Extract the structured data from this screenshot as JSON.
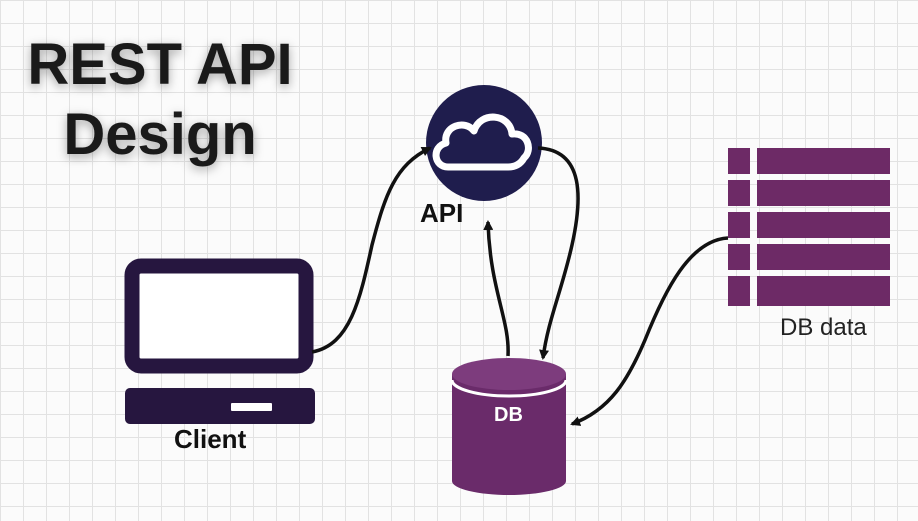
{
  "title": {
    "line1": "REST API",
    "line2": "Design"
  },
  "nodes": {
    "api": {
      "label": "API",
      "icon": "cloud-icon"
    },
    "client": {
      "label": "Client",
      "icon": "laptop-icon"
    },
    "db": {
      "label": "DB",
      "icon": "database-icon"
    },
    "db_data": {
      "label": "DB data",
      "icon": "table-rows-icon"
    }
  },
  "colors": {
    "api_circle": "#1f1d4d",
    "client": "#26163f",
    "db": "#6a2b6a",
    "db_top": "#7d3c7d",
    "db_data": "#6d2a66",
    "arrow": "#111111"
  }
}
